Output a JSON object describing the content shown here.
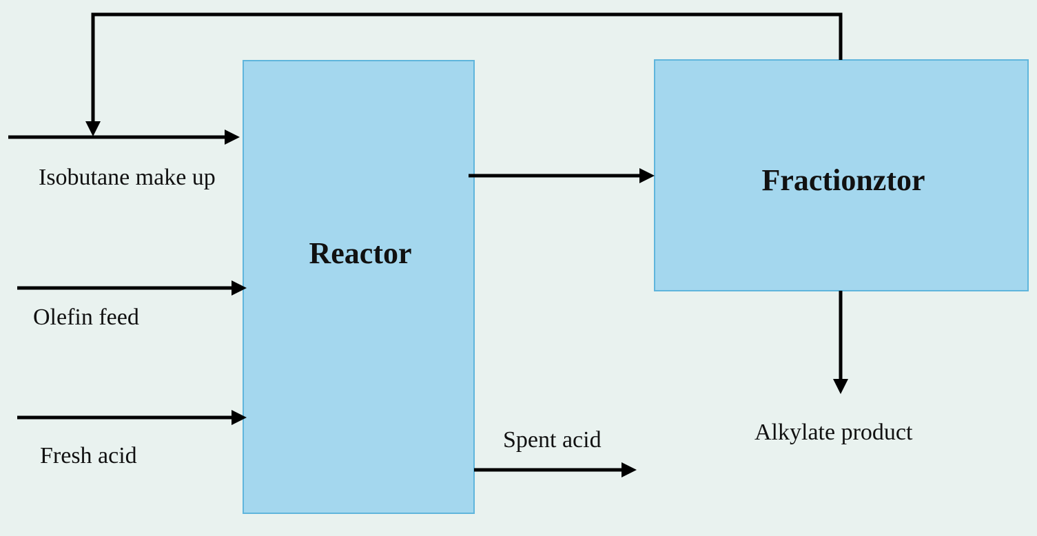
{
  "colors": {
    "background": "#e9f2ef",
    "box_fill": "#a4d7ee",
    "box_stroke": "#5fb5dc",
    "line": "#000000"
  },
  "boxes": {
    "reactor": "Reactor",
    "fractionator": "Fractionztor"
  },
  "inputs": {
    "isobutane": "Isobutane make up",
    "olefin": "Olefin feed",
    "fresh_acid": "Fresh acid"
  },
  "outputs": {
    "spent_acid": "Spent acid",
    "alkylate": "Alkylate product"
  }
}
